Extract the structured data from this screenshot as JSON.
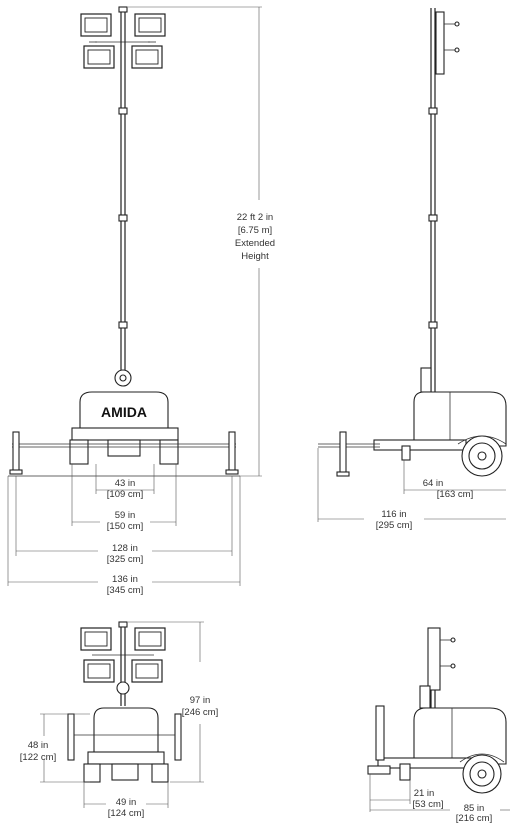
{
  "brand": {
    "name": "AMIDA"
  },
  "dimensions": {
    "extended_height": {
      "line1": "22 ft 2 in",
      "line2": "[6.75 m]",
      "line3": "Extended",
      "line4": "Height"
    },
    "width_43": {
      "imperial": "43 in",
      "metric": "[109 cm]"
    },
    "width_59": {
      "imperial": "59 in",
      "metric": "[150 cm]"
    },
    "width_128": {
      "imperial": "128 in",
      "metric": "[325 cm]"
    },
    "width_136": {
      "imperial": "136 in",
      "metric": "[345 cm]"
    },
    "side_64": {
      "imperial": "64 in",
      "metric": "[163 cm]"
    },
    "side_116": {
      "imperial": "116 in",
      "metric": "[295 cm]"
    },
    "stowed_height_97": {
      "imperial": "97 in",
      "metric": "[246 cm]"
    },
    "stowed_height_48": {
      "imperial": "48 in",
      "metric": "[122 cm]"
    },
    "stowed_width_49": {
      "imperial": "49 in",
      "metric": "[124 cm]"
    },
    "stowed_side_21": {
      "imperial": "21 in",
      "metric": "[53 cm]"
    },
    "stowed_side_85": {
      "imperial": "85 in",
      "metric": "[216 cm]"
    }
  }
}
